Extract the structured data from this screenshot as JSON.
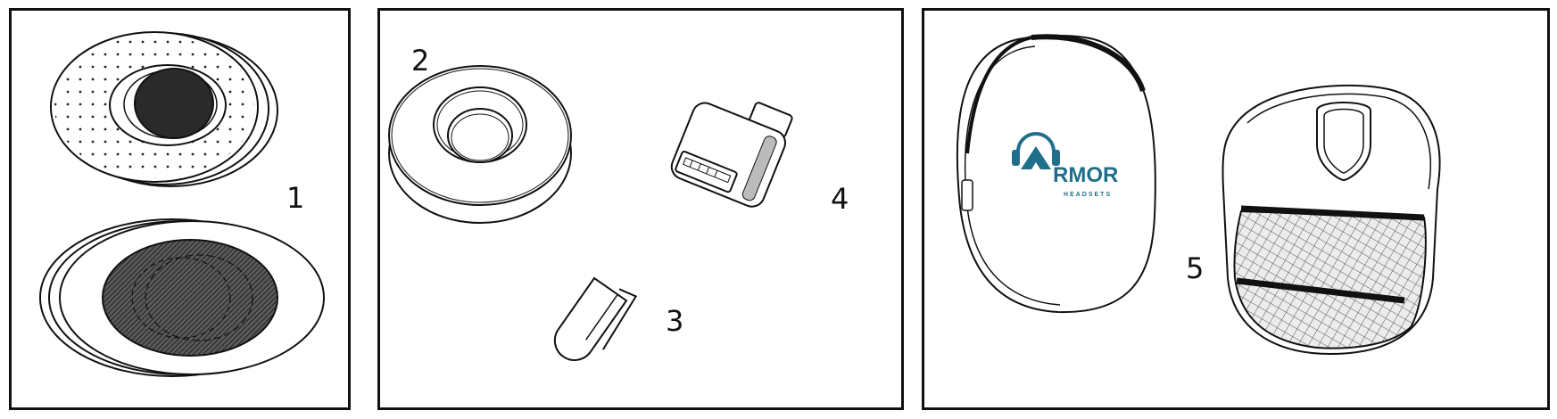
{
  "items": [
    {
      "number": "1",
      "icon": "ear-cushions-icon"
    },
    {
      "number": "2",
      "icon": "foam-cover-icon"
    },
    {
      "number": "3",
      "icon": "clip-icon"
    },
    {
      "number": "4",
      "icon": "usb-adapter-icon"
    },
    {
      "number": "5",
      "icon": "carry-case-icon"
    }
  ],
  "brand": {
    "name": "RMOR",
    "tagline": "HEADSETS",
    "color": "#1f6f8b"
  },
  "colors": {
    "line": "#111111",
    "fill_dark": "#333333"
  }
}
